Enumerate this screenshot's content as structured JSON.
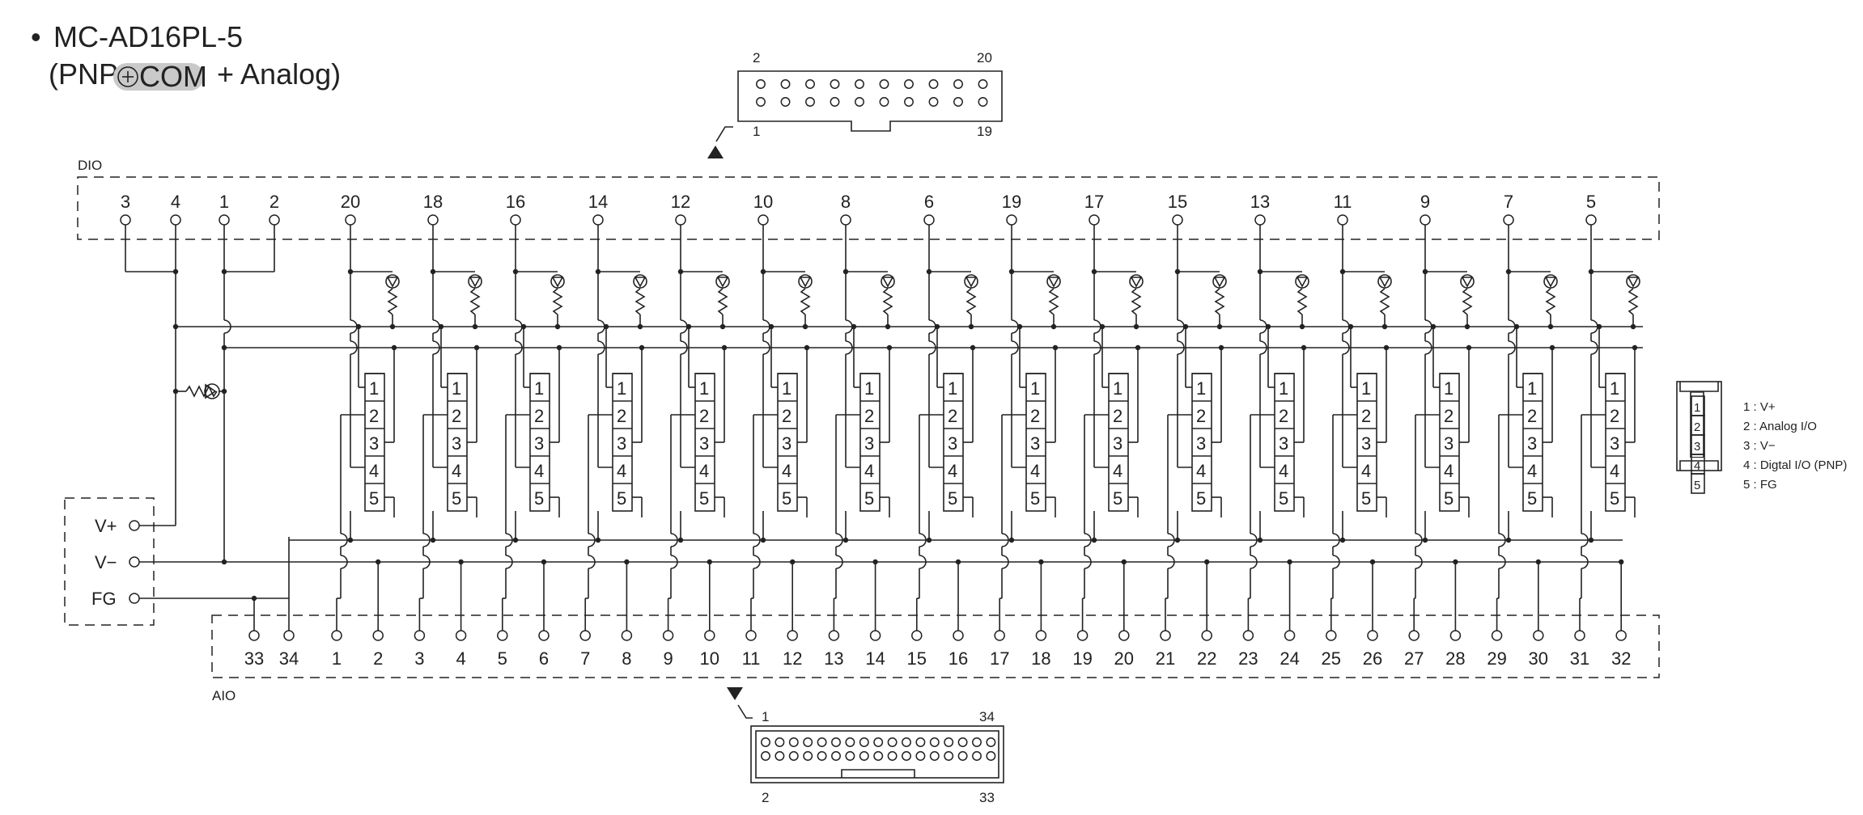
{
  "title": {
    "bullet": "•",
    "model": "MC-AD16PL-5",
    "type_open": "(PNP",
    "com_badge": "COM",
    "type_close": "+ Analog)"
  },
  "dio": {
    "label": "DIO",
    "terminals": [
      "3",
      "4",
      "1",
      "2",
      "20",
      "18",
      "16",
      "14",
      "12",
      "10",
      "8",
      "6",
      "19",
      "17",
      "15",
      "13",
      "11",
      "9",
      "7",
      "5"
    ]
  },
  "aio": {
    "label": "AIO",
    "terminals": [
      "33",
      "34",
      "1",
      "2",
      "3",
      "4",
      "5",
      "6",
      "7",
      "8",
      "9",
      "10",
      "11",
      "12",
      "13",
      "14",
      "15",
      "16",
      "17",
      "18",
      "19",
      "20",
      "21",
      "22",
      "23",
      "24",
      "25",
      "26",
      "27",
      "28",
      "29",
      "30",
      "31",
      "32"
    ]
  },
  "power": {
    "vplus": "V+",
    "vminus": "V−",
    "fg": "FG"
  },
  "connector_top": {
    "tl": "2",
    "tr": "20",
    "bl": "1",
    "br": "19"
  },
  "connector_bottom": {
    "tl": "1",
    "tr": "34",
    "bl": "2",
    "br": "33"
  },
  "module_pins": [
    "1",
    "2",
    "3",
    "4",
    "5"
  ],
  "legend": [
    "1 : V+",
    "2 : Analog I/O",
    "3 : V−",
    "4 : Digtal I/O (PNP)",
    "5 : FG"
  ]
}
